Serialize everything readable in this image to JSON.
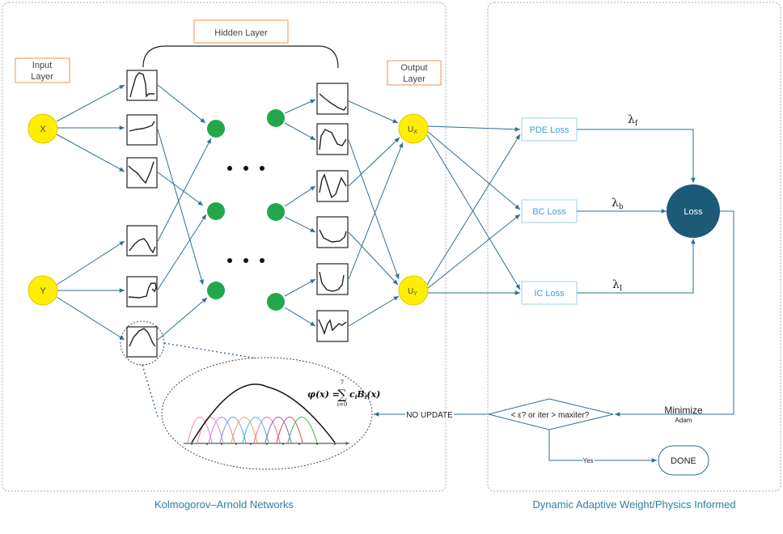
{
  "panels": {
    "left_caption": "Kolmogorov–Arnold Networks",
    "right_caption": "Dynamic Adaptive Weight/Physics Informed"
  },
  "labels": {
    "input_layer": [
      "Input",
      "Layer"
    ],
    "hidden_layer": "Hidden Layer",
    "output_layer": [
      "Output",
      "Layer"
    ]
  },
  "nodes": {
    "input_x": "X",
    "input_y": "Y",
    "output_ux": "U",
    "output_ux_sub": "X",
    "output_uy": "U",
    "output_uy_sub": "Y",
    "loss": "Loss",
    "done": "DONE"
  },
  "losses": {
    "pde": "PDE Loss",
    "bc": "BC Loss",
    "ic": "IC Loss"
  },
  "weights": {
    "lambda_f": "λ",
    "lambda_f_sub": "f",
    "lambda_b": "λ",
    "lambda_b_sub": "b",
    "lambda_i": "λ",
    "lambda_i_sub": "I"
  },
  "flow": {
    "decision": "< ε? or iter > maxiter?",
    "no_update": "NO UPDATE",
    "yes": "Yes",
    "minimize": "Minimize",
    "optimizer": "Adam"
  },
  "formula": {
    "phi": "φ(x) =",
    "sum_top": "7",
    "sum_bottom": "i=0",
    "sum_sign": "∑",
    "term": "c",
    "term_sub": "i",
    "basis": "B",
    "basis_sub": "i",
    "basis_arg": "(x)"
  },
  "colors": {
    "node_yellow": "#ffee00",
    "hidden_green": "#22a84a",
    "loss_fill": "#1c5a78",
    "arrow": "#2f6f90",
    "loss_box_border": "#9fd0ea",
    "loss_box_text": "#3da0d0",
    "label_box_border": "#e8955a",
    "panel_border": "#a0aeb8"
  }
}
